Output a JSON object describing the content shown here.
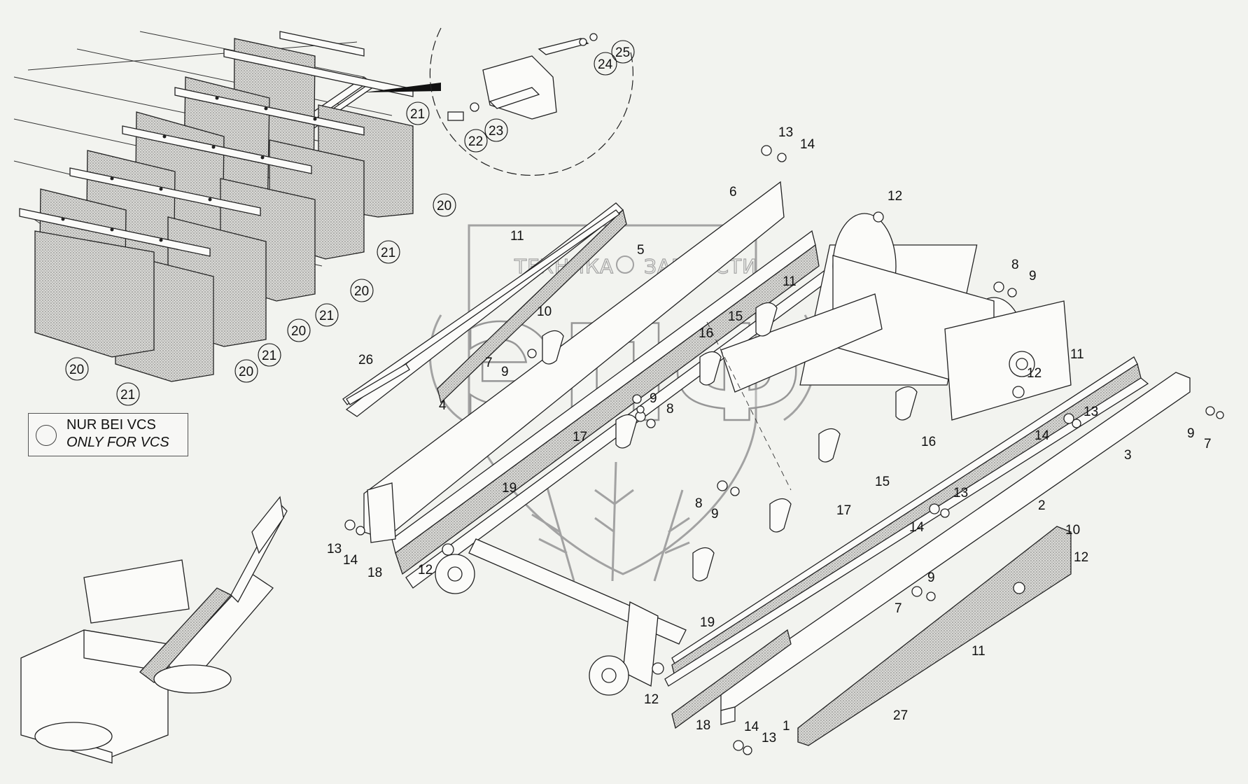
{
  "watermark": {
    "left_word": "ТЕХНИКА",
    "right_word": "ЗАПЧАСТИ",
    "monogram": "ЭПФ"
  },
  "legend": {
    "line1": "NUR BEI VCS",
    "line2": "ONLY FOR VCS"
  },
  "callouts": [
    {
      "id": "c-21a",
      "text": "21",
      "circled": true
    },
    {
      "id": "c-20a",
      "text": "20",
      "circled": true
    },
    {
      "id": "c-21b",
      "text": "21",
      "circled": true
    },
    {
      "id": "c-20b",
      "text": "20",
      "circled": true
    },
    {
      "id": "c-21c",
      "text": "21",
      "circled": true
    },
    {
      "id": "c-20c",
      "text": "20",
      "circled": true
    },
    {
      "id": "c-21d",
      "text": "21",
      "circled": true
    },
    {
      "id": "c-20d",
      "text": "20",
      "circled": true
    },
    {
      "id": "c-20e",
      "text": "20",
      "circled": true
    },
    {
      "id": "c-21e",
      "text": "21",
      "circled": true
    },
    {
      "id": "c-25",
      "text": "25",
      "circled": true
    },
    {
      "id": "c-24",
      "text": "24",
      "circled": true
    },
    {
      "id": "c-22",
      "text": "22",
      "circled": true
    },
    {
      "id": "c-23",
      "text": "23",
      "circled": true
    },
    {
      "id": "c-13a",
      "text": "13"
    },
    {
      "id": "c-14a",
      "text": "14"
    },
    {
      "id": "c-6",
      "text": "6"
    },
    {
      "id": "c-12a",
      "text": "12"
    },
    {
      "id": "c-11a",
      "text": "11"
    },
    {
      "id": "c-5",
      "text": "5"
    },
    {
      "id": "c-11b",
      "text": "11"
    },
    {
      "id": "c-8a",
      "text": "8"
    },
    {
      "id": "c-9a",
      "text": "9"
    },
    {
      "id": "c-10a",
      "text": "10"
    },
    {
      "id": "c-15a",
      "text": "15"
    },
    {
      "id": "c-16a",
      "text": "16"
    },
    {
      "id": "c-7a",
      "text": "7"
    },
    {
      "id": "c-9b",
      "text": "9"
    },
    {
      "id": "c-26",
      "text": "26"
    },
    {
      "id": "c-11c",
      "text": "11"
    },
    {
      "id": "c-12b",
      "text": "12"
    },
    {
      "id": "c-9c",
      "text": "9"
    },
    {
      "id": "c-8b",
      "text": "8"
    },
    {
      "id": "c-4",
      "text": "4"
    },
    {
      "id": "c-17a",
      "text": "17"
    },
    {
      "id": "c-13b",
      "text": "13"
    },
    {
      "id": "c-14b",
      "text": "14"
    },
    {
      "id": "c-16b",
      "text": "16"
    },
    {
      "id": "c-3",
      "text": "3"
    },
    {
      "id": "c-9d",
      "text": "9"
    },
    {
      "id": "c-7b",
      "text": "7"
    },
    {
      "id": "c-19a",
      "text": "19"
    },
    {
      "id": "c-8c",
      "text": "8"
    },
    {
      "id": "c-9e",
      "text": "9"
    },
    {
      "id": "c-15b",
      "text": "15"
    },
    {
      "id": "c-13c",
      "text": "13"
    },
    {
      "id": "c-2",
      "text": "2"
    },
    {
      "id": "c-17b",
      "text": "17"
    },
    {
      "id": "c-14c",
      "text": "14"
    },
    {
      "id": "c-10b",
      "text": "10"
    },
    {
      "id": "c-13d",
      "text": "13"
    },
    {
      "id": "c-14d",
      "text": "14"
    },
    {
      "id": "c-18a",
      "text": "18"
    },
    {
      "id": "c-12c",
      "text": "12"
    },
    {
      "id": "c-12d",
      "text": "12"
    },
    {
      "id": "c-9f",
      "text": "9"
    },
    {
      "id": "c-7c",
      "text": "7"
    },
    {
      "id": "c-19b",
      "text": "19"
    },
    {
      "id": "c-11d",
      "text": "11"
    },
    {
      "id": "c-12e",
      "text": "12"
    },
    {
      "id": "c-18b",
      "text": "18"
    },
    {
      "id": "c-1",
      "text": "1"
    },
    {
      "id": "c-27",
      "text": "27"
    },
    {
      "id": "c-14e",
      "text": "14"
    },
    {
      "id": "c-13e",
      "text": "13"
    }
  ]
}
